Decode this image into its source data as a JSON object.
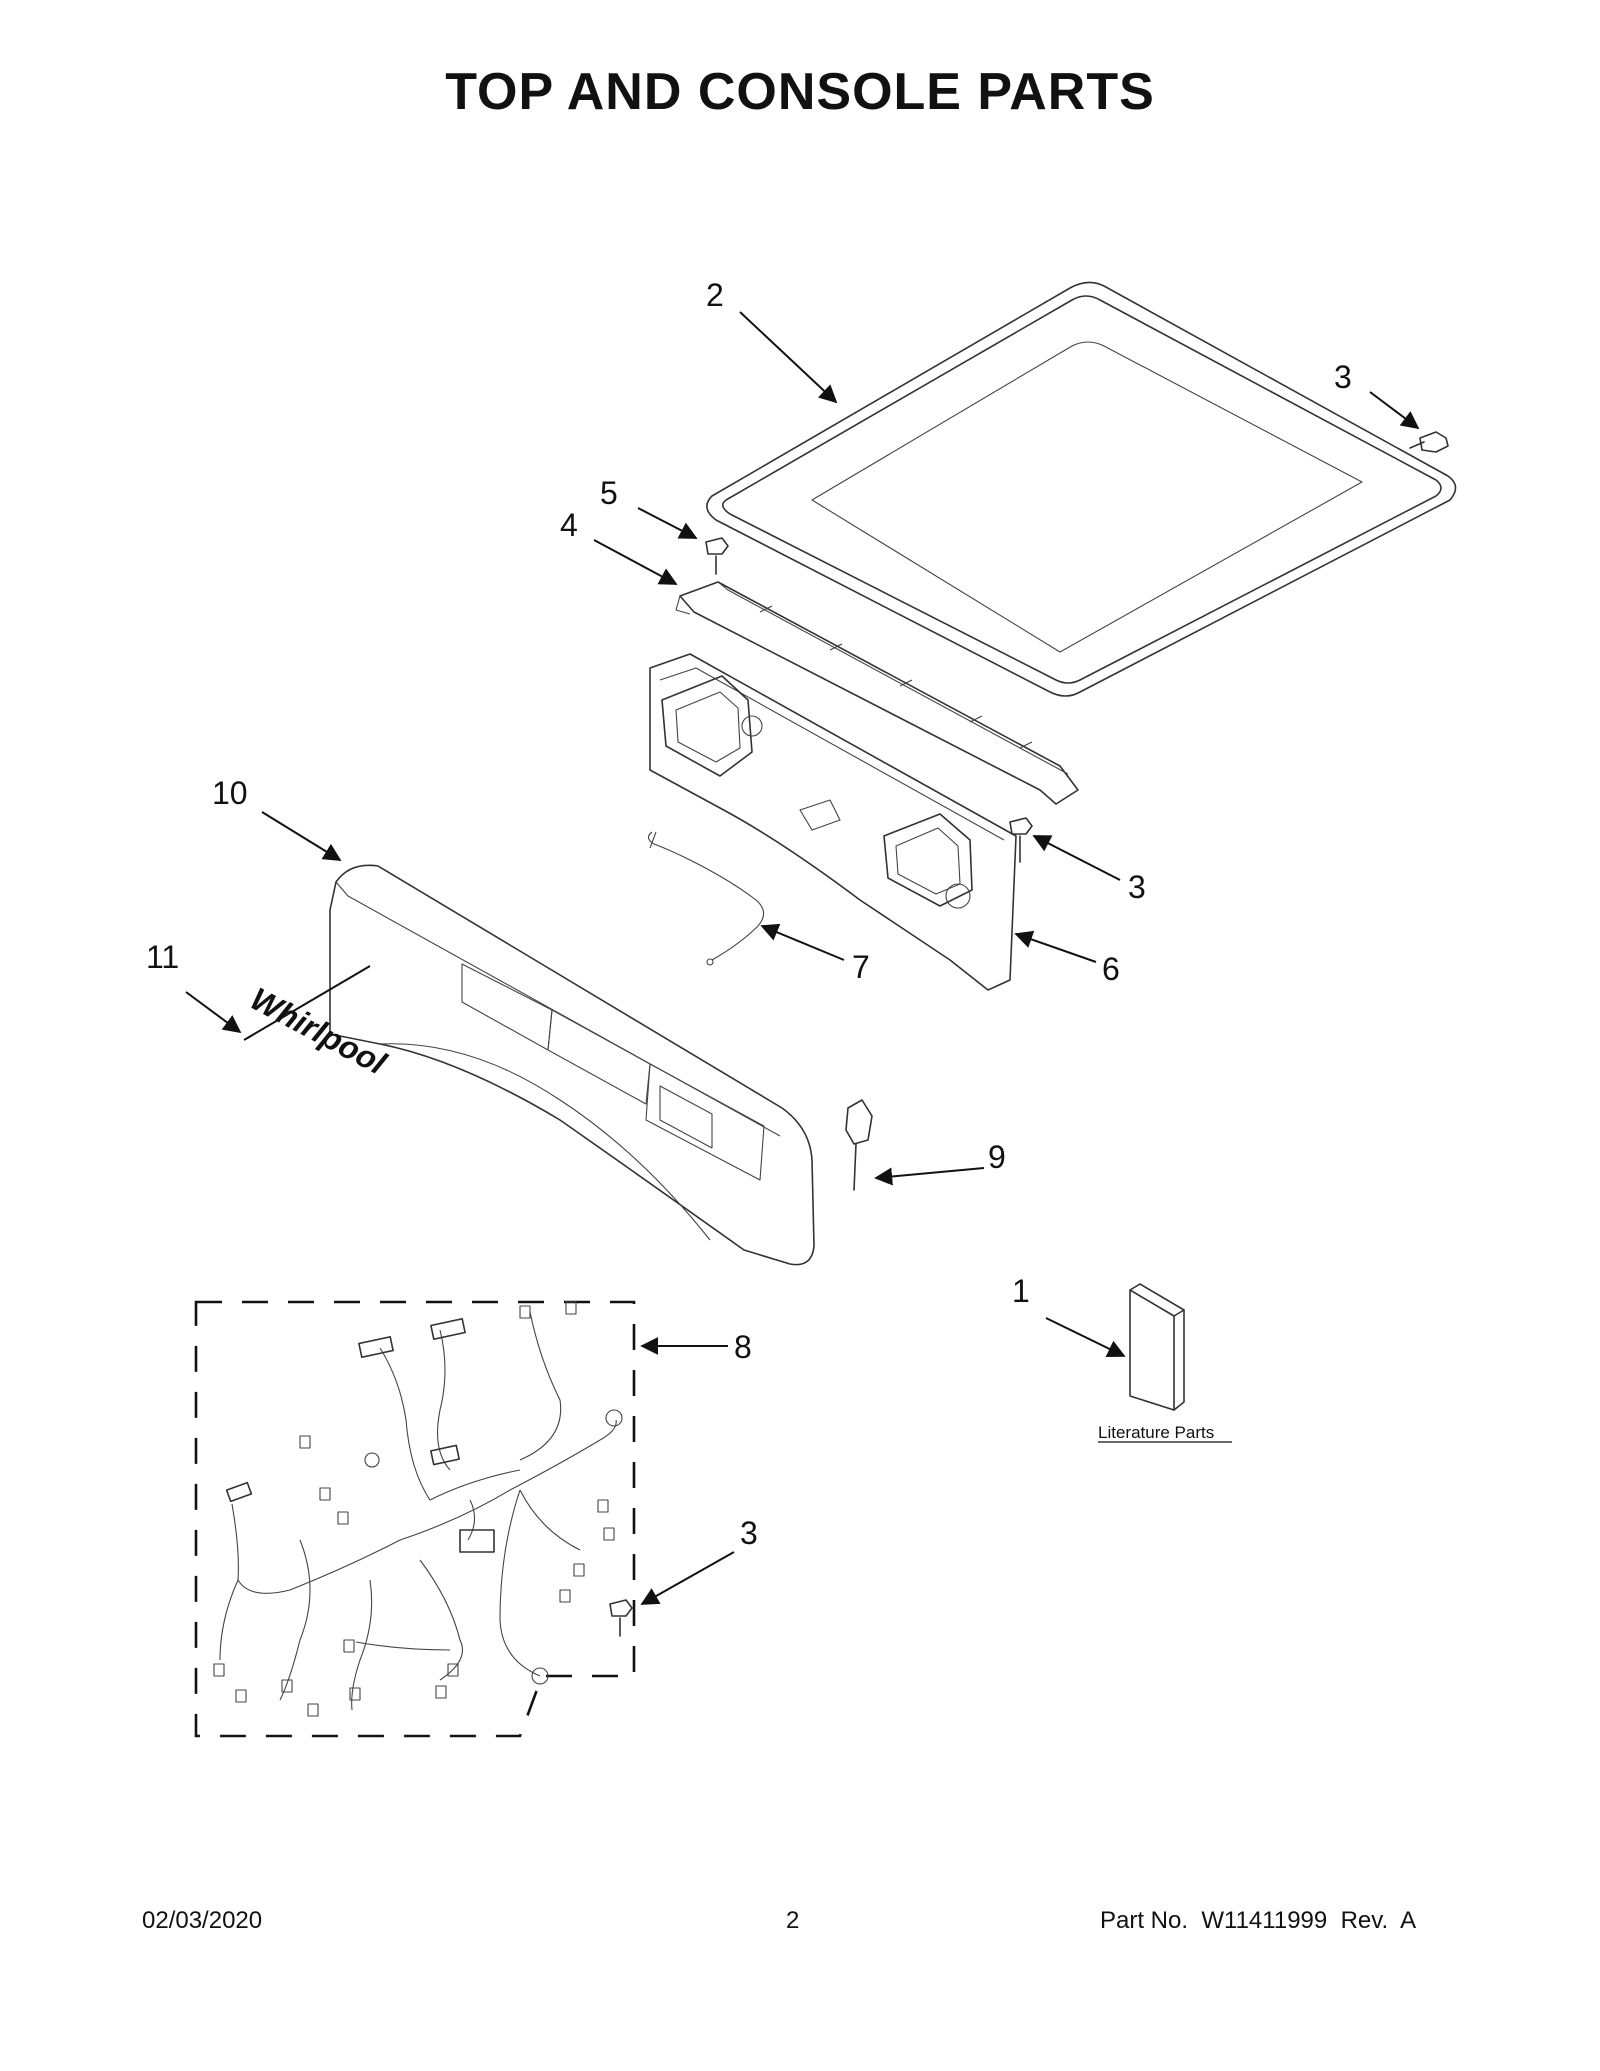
{
  "title": "TOP AND CONSOLE PARTS",
  "callouts": {
    "c1": "1",
    "c2": "2",
    "c3a": "3",
    "c3b": "3",
    "c3c": "3",
    "c4": "4",
    "c5": "5",
    "c6": "6",
    "c7": "7",
    "c8": "8",
    "c9": "9",
    "c10": "10",
    "c11": "11"
  },
  "logo_text": "Whirlpool",
  "literature_label": "Literature Parts",
  "footer": {
    "date": "02/03/2020",
    "page": "2",
    "part_no": "Part No.  W11411999  Rev.  A"
  }
}
